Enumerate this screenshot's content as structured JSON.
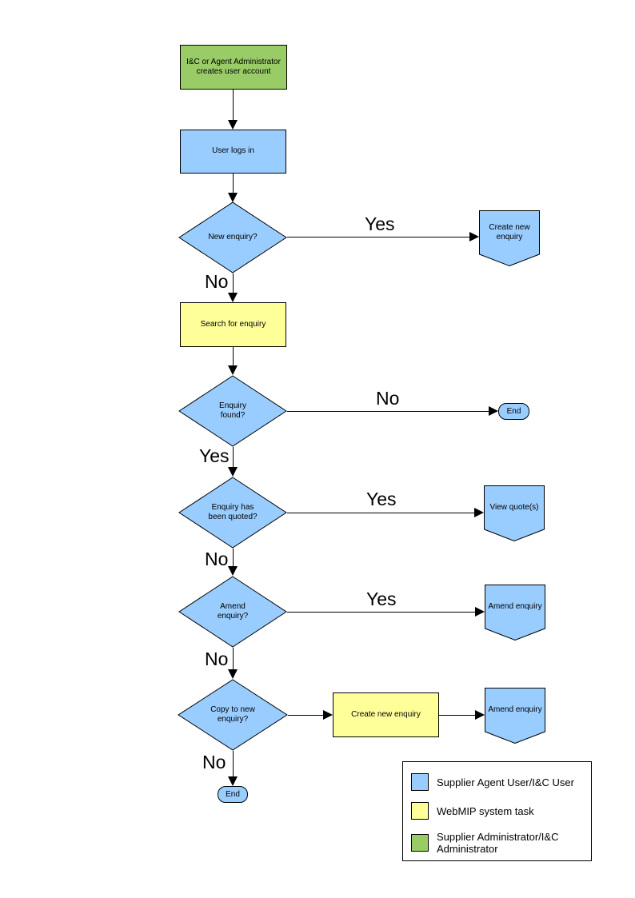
{
  "diagram": {
    "colors": {
      "user": "#99CCFF",
      "system": "#FFFF99",
      "admin": "#99CC66",
      "line": "#000000"
    },
    "nodes": {
      "create_account": "I&C or Agent Administrator\ncreates user account",
      "user_logs_in": "User logs in",
      "new_enquiry": "New enquiry?",
      "create_new_enquiry_connector": "Create new\nenquiry",
      "search_for_enquiry": "Search for enquiry",
      "enquiry_found": "Enquiry\nfound?",
      "end_1": "End",
      "enquiry_quoted": "Enquiry has\nbeen quoted?",
      "view_quotes": "View quote(s)",
      "amend_enquiry_q": "Amend\nenquiry?",
      "amend_enquiry_connector_1": "Amend enquiry",
      "copy_to_new_enquiry": "Copy to new\nenquiry?",
      "create_new_enquiry_task": "Create new enquiry",
      "amend_enquiry_connector_2": "Amend enquiry",
      "end_2": "End"
    },
    "edge_labels": {
      "new_enquiry_yes": "Yes",
      "new_enquiry_no": "No",
      "enquiry_found_no": "No",
      "enquiry_found_yes": "Yes",
      "quoted_yes": "Yes",
      "quoted_no": "No",
      "amend_yes": "Yes",
      "amend_no": "No",
      "copy_no": "No"
    },
    "legend": {
      "items": [
        {
          "color": "#99CCFF",
          "label": "Supplier Agent User/I&C User"
        },
        {
          "color": "#FFFF99",
          "label": "WebMIP system task"
        },
        {
          "color": "#99CC66",
          "label": "Supplier Administrator/I&C Administrator"
        }
      ]
    }
  }
}
